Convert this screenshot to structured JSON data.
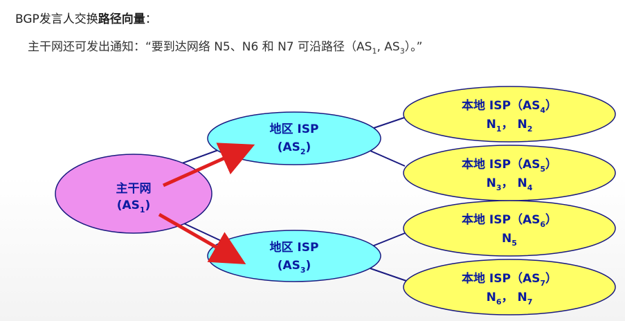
{
  "heading": {
    "prefix": "BGP发言人交换",
    "bold": "路径向量",
    "suffix": "："
  },
  "notice": {
    "pre": "主干网还可发出通知：“要到达网络 N5、N6 和 N7 可沿路径（AS",
    "s1": "1",
    "mid": ", AS",
    "s2": "3",
    "post": "）。”"
  },
  "nodes": {
    "backbone": {
      "name": "主干网",
      "as": "AS",
      "as_sub": "1"
    },
    "region2": {
      "name": "地区 ISP",
      "as": "AS",
      "as_sub": "2"
    },
    "region3": {
      "name": "地区 ISP",
      "as": "AS",
      "as_sub": "3"
    },
    "local4": {
      "name": "本地 ISP",
      "as": "AS",
      "as_sub": "4",
      "n1": "N",
      "n1_sub": "1",
      "n2": "N",
      "n2_sub": "2"
    },
    "local5": {
      "name": "本地 ISP",
      "as": "AS",
      "as_sub": "5",
      "n1": "N",
      "n1_sub": "3",
      "n2": "N",
      "n2_sub": "4"
    },
    "local6": {
      "name": "本地 ISP",
      "as": "AS",
      "as_sub": "6",
      "n1": "N",
      "n1_sub": "5"
    },
    "local7": {
      "name": "本地 ISP",
      "as": "AS",
      "as_sub": "7",
      "n1": "N",
      "n1_sub": "6",
      "n2": "N",
      "n2_sub": "7"
    }
  },
  "colors": {
    "backbone_fill": "#ee90ee",
    "region_fill": "#7fffff",
    "local_fill": "#ffff66",
    "line": "#1a1a80",
    "arrow": "#e02020",
    "text": "#0a1aa0"
  }
}
